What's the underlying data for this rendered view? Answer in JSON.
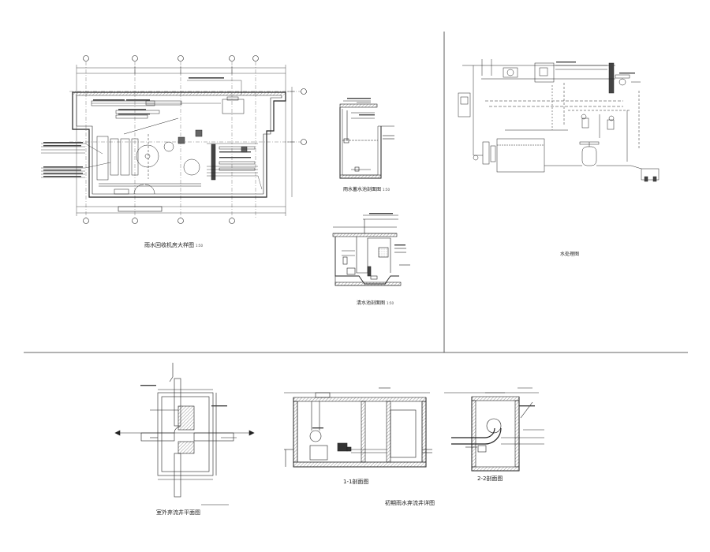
{
  "drawings": {
    "room_plan": {
      "title": "雨水回收机房大样图",
      "scale": "1:50"
    },
    "tank_section": {
      "title": "雨水蓄水池剖面图",
      "scale": "1:50"
    },
    "clear_pool_section": {
      "title": "清水池剖面图",
      "scale": "1:50"
    },
    "flow_diagram": {
      "title": "水处理图"
    },
    "well_plan": {
      "title": "室外弃流井平面图"
    },
    "section_1_1": {
      "title": "1-1剖面图"
    },
    "section_2_2": {
      "title": "2-2剖面图"
    },
    "discard_well_detail": {
      "title": "初期雨水弃流井详图"
    }
  },
  "colors": {
    "line": "#1a1a1a",
    "hatch": "#555555",
    "paper": "#ffffff"
  }
}
